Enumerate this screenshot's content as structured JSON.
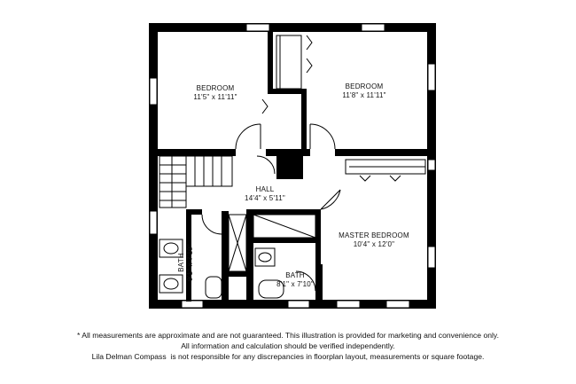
{
  "rooms": {
    "bedroom_left": {
      "name": "BEDROOM",
      "size": "11'5\" x 11'11\""
    },
    "bedroom_right": {
      "name": "BEDROOM",
      "size": "11'8\" x 11'11\""
    },
    "hall": {
      "name": "HALL",
      "size": "14'4\" x 5'11\""
    },
    "master_bedroom": {
      "name": "MASTER BEDROOM",
      "size": "10'4\" x 12'0\""
    },
    "bath_left": {
      "name": "BATH",
      "size": "9'1\" x 7'10\""
    },
    "bath_bottom": {
      "name": "BATH",
      "size": "8'1\" x 7'10\""
    }
  },
  "disclaimer": {
    "line1": "* All measurements are approximate and are not guaranteed. This illustration is provided for marketing and convenience only.",
    "line2": "All information and calculation should be verified independently.",
    "line3": "Lila Delman Compass  is not responsible for any discrepancies in floorplan layout, measurements or square footage."
  },
  "colors": {
    "wall": "#000000",
    "background": "#ffffff",
    "text": "#111111"
  }
}
